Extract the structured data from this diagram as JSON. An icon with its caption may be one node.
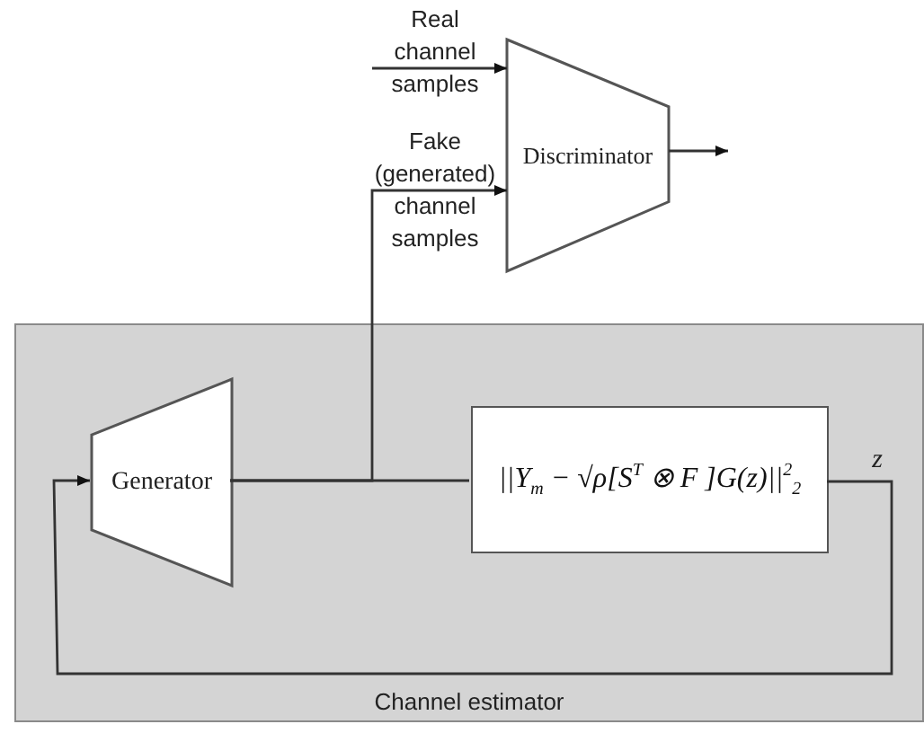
{
  "diagram": {
    "nodes": [
      {
        "text": [
          "Channel estimator"
        ]
      },
      {
        "text": [
          "Generator"
        ],
        "in": 0
      },
      {
        "text": [
          "||Y$_{m}$ − √ρ[S$^{T}$ ⊗ F ]G(z)||$^{2}$$_{2}$"
        ],
        "in": 0
      },
      {
        "text": [
          "Discriminator"
        ]
      }
    ],
    "edges": [
      {
        "from": null,
        "to": 3,
        "arrow": "to",
        "label": "Real channel samples"
      },
      {
        "from": 1,
        "to": 3,
        "arrow": "to",
        "label": "Fake (generated) channel samples"
      },
      {
        "from": 1,
        "to": 2,
        "arrow": "none"
      },
      {
        "from": 2,
        "to": 1,
        "arrow": "to",
        "label": "z"
      },
      {
        "from": 3,
        "to": null,
        "arrow": "to"
      }
    ]
  }
}
